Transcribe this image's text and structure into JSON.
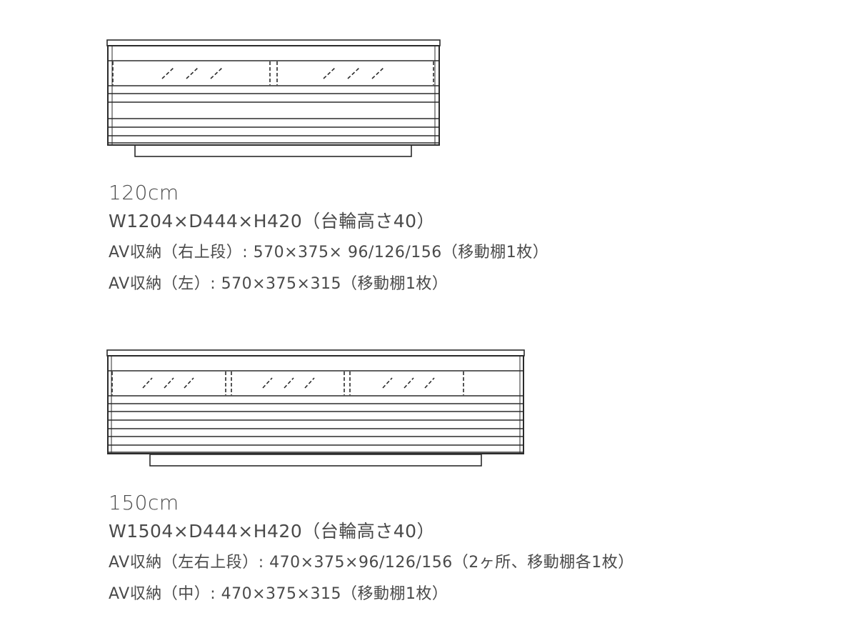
{
  "models": [
    {
      "size_label": "120cm",
      "dimensions": "W1204×D444×H420（台輪高さ40）",
      "av_storage": [
        "AV収納（右上段）: 570×375× 96/126/156（移動棚1枚）",
        "AV収納（左）: 570×375×315（移動棚1枚）"
      ],
      "drawing": {
        "glass_panels": 2,
        "slats": 5
      }
    },
    {
      "size_label": "150cm",
      "dimensions": "W1504×D444×H420（台輪高さ40）",
      "av_storage": [
        "AV収納（左右上段）: 470×375×96/126/156（2ヶ所、移動棚各1枚）",
        "AV収納（中）: 470×375×315（移動棚1枚）"
      ],
      "drawing": {
        "glass_panels": 3,
        "slats": 5
      }
    }
  ],
  "colors": {
    "line": "#2b2b2b",
    "text": "#4a4a4a",
    "background": "#ffffff"
  }
}
